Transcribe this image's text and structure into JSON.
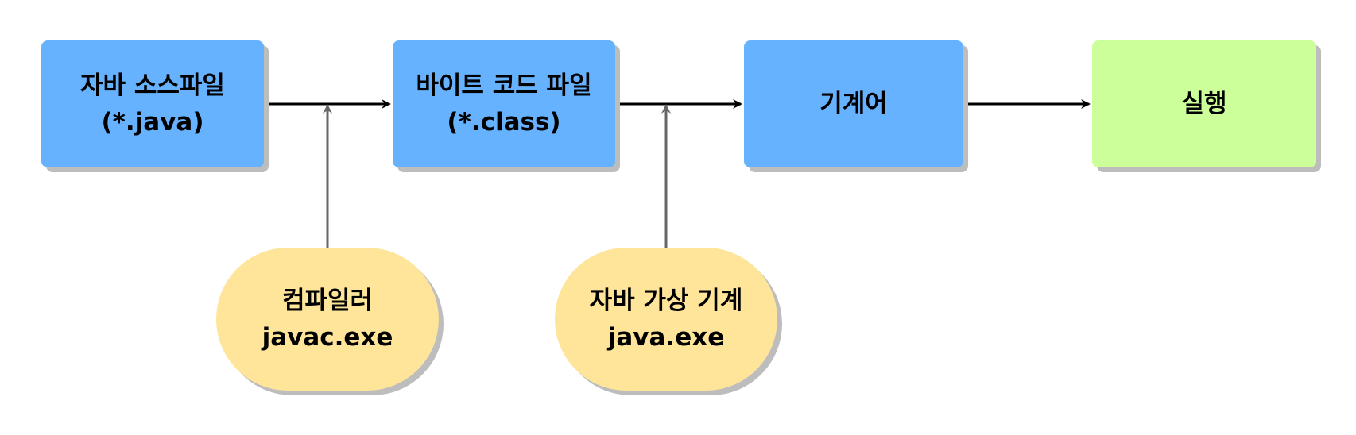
{
  "colors": {
    "process_fill": "#66b2ff",
    "result_fill": "#ccff99",
    "tool_fill": "#ffe599",
    "flow_arrow": "#000000",
    "tool_arrow": "#666666",
    "shadow": "#bdbdbd"
  },
  "nodes": {
    "source_file": {
      "line1": "자바 소스파일",
      "line2": "(*.java)"
    },
    "bytecode_file": {
      "line1": "바이트 코드 파일",
      "line2": "(*.class)"
    },
    "machine_code": {
      "line1": "기계어"
    },
    "execution": {
      "line1": "실행"
    },
    "compiler": {
      "line1": "컴파일러",
      "line2": "javac.exe"
    },
    "jvm": {
      "line1": "자바 가상 기계",
      "line2": "java.exe"
    }
  }
}
